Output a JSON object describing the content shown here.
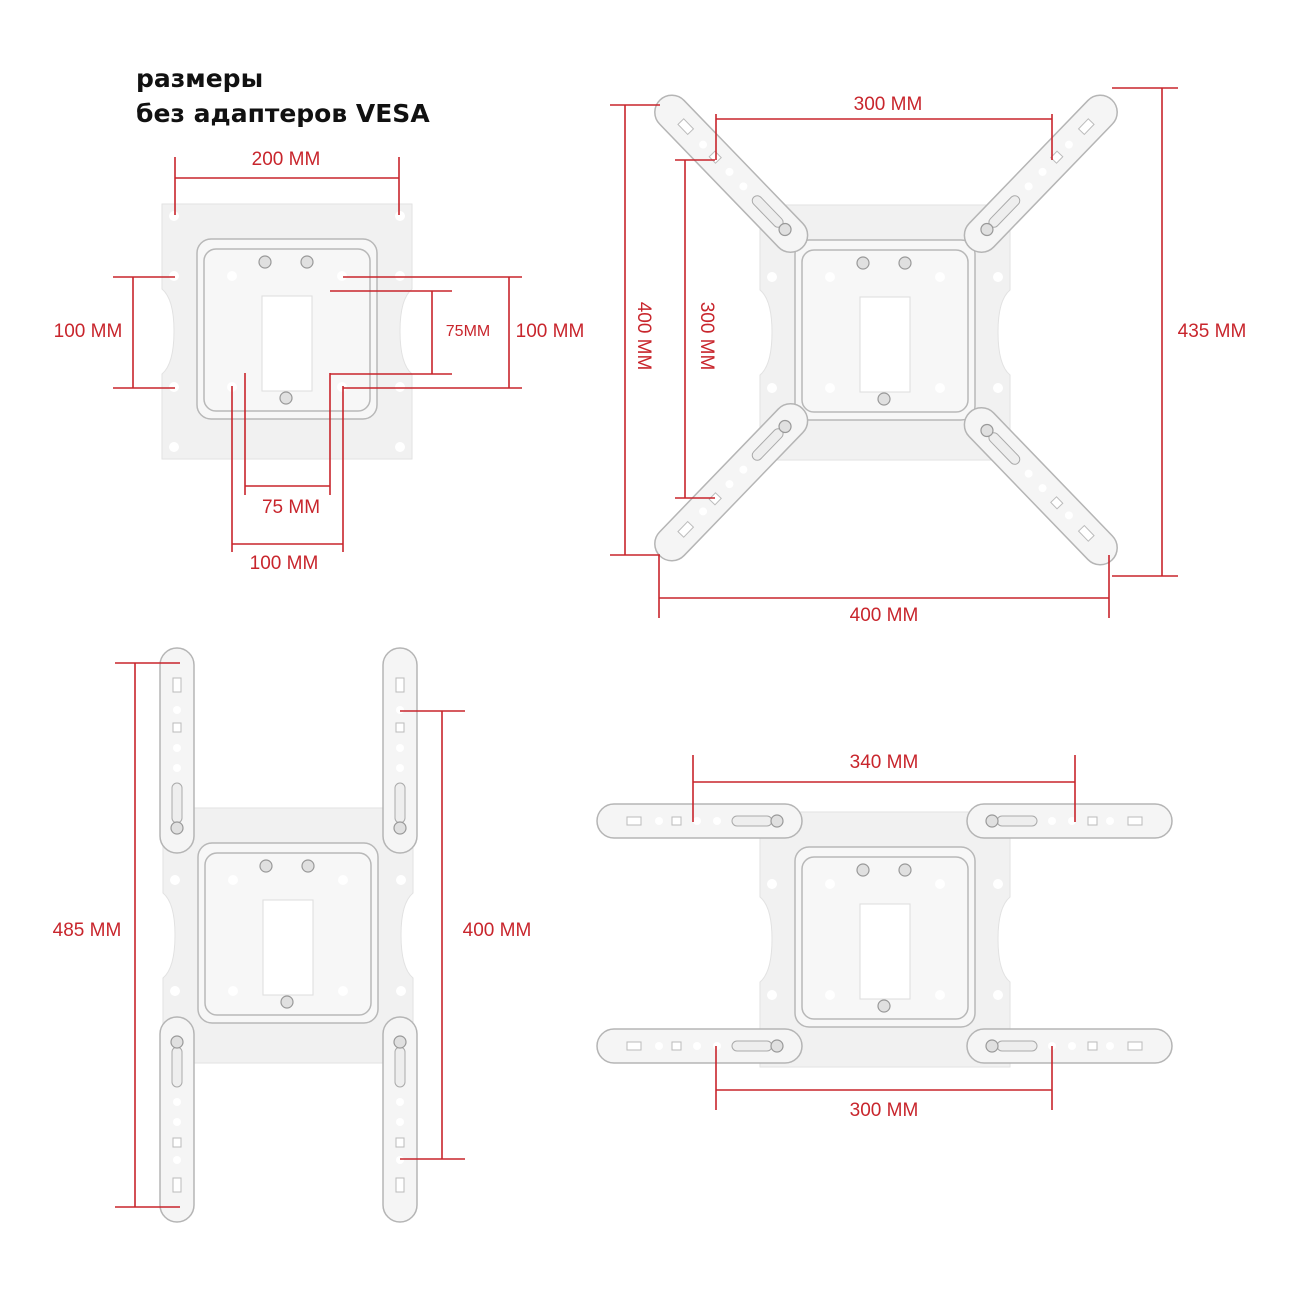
{
  "title": {
    "line1": "размеры",
    "line2": "без адаптеров VESA"
  },
  "accent_color": "#c8252c",
  "views": {
    "compact": {
      "width_200": "200 MM",
      "left_100": "100 MM",
      "right_75": "75MM",
      "right_100": "100 MM",
      "bottom_75": "75 MM",
      "bottom_100": "100 MM"
    },
    "diagonal": {
      "top_300": "300 MM",
      "left_400": "400 MM",
      "left_300": "300 MM",
      "right_435": "435 MM",
      "bottom_400": "400 MM"
    },
    "vertical": {
      "left_485": "485 MM",
      "right_400": "400 MM"
    },
    "horizontal": {
      "top_340": "340 MM",
      "bottom_300": "300 MM"
    }
  }
}
